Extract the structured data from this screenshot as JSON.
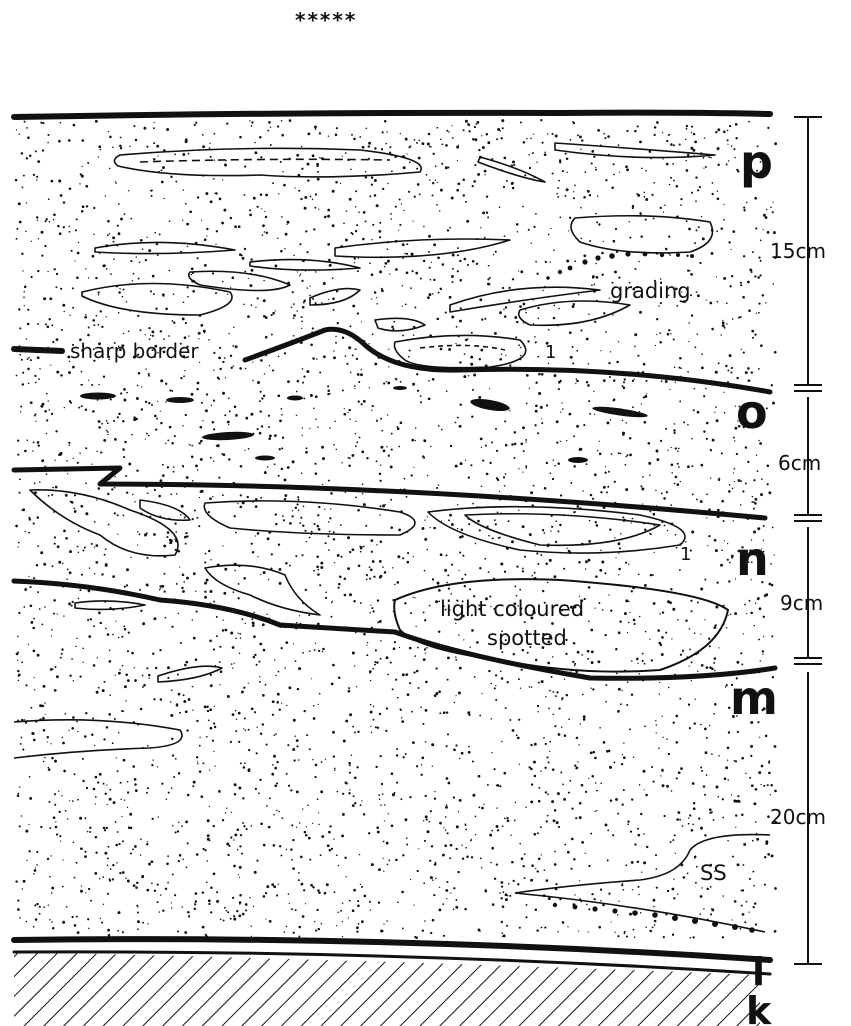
{
  "header": {
    "stars": "*****"
  },
  "bed_letters": [
    "p",
    "o",
    "n",
    "m",
    "l",
    "k"
  ],
  "thickness": [
    "15cm",
    "6cm",
    "9cm",
    "20cm"
  ],
  "annotations": {
    "grading": "grading",
    "sharp_border": "sharp border",
    "light_line1": "light coloured",
    "light_line2": "spotted",
    "ss": "SS",
    "marker_1a": "1",
    "marker_1b": "1"
  }
}
